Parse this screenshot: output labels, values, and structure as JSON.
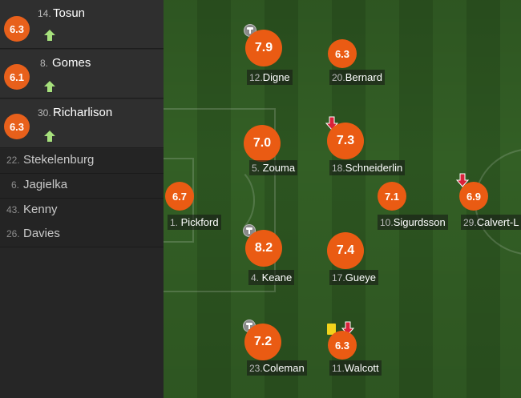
{
  "colors": {
    "rating": "#ea5b13",
    "sub_in_arrow": "#a6e07c",
    "sub_out_arrow": "#d9213a",
    "yellow_card": "#f2d21b"
  },
  "substitutes_in": [
    {
      "number": "14.",
      "name": "Tosun",
      "rating": "6.3"
    },
    {
      "number": "8.",
      "name": "Gomes",
      "rating": "6.1"
    },
    {
      "number": "30.",
      "name": "Richarlison",
      "rating": "6.3"
    }
  ],
  "bench": [
    {
      "number": "22.",
      "name": "Stekelenburg"
    },
    {
      "number": "6.",
      "name": "Jagielka"
    },
    {
      "number": "43.",
      "name": "Kenny"
    },
    {
      "number": "26.",
      "name": "Davies"
    }
  ],
  "players": {
    "pickford": {
      "number": "1.",
      "name": "Pickford",
      "rating": "6.7"
    },
    "digne": {
      "number": "12.",
      "name": "Digne",
      "rating": "7.9"
    },
    "zouma": {
      "number": "5.",
      "name": "Zouma",
      "rating": "7.0"
    },
    "keane": {
      "number": "4.",
      "name": "Keane",
      "rating": "8.2"
    },
    "coleman": {
      "number": "23.",
      "name": "Coleman",
      "rating": "7.2"
    },
    "bernard": {
      "number": "20.",
      "name": "Bernard",
      "rating": "6.3"
    },
    "schneiderlin": {
      "number": "18.",
      "name": "Schneiderlin",
      "rating": "7.3"
    },
    "gueye": {
      "number": "17.",
      "name": "Gueye",
      "rating": "7.4"
    },
    "walcott": {
      "number": "11.",
      "name": "Walcott",
      "rating": "6.3"
    },
    "sigurdsson": {
      "number": "10.",
      "name": "Sigurdsson",
      "rating": "7.1"
    },
    "calvert": {
      "number": "29.",
      "name": "Calvert-L",
      "rating": "6.9"
    }
  }
}
